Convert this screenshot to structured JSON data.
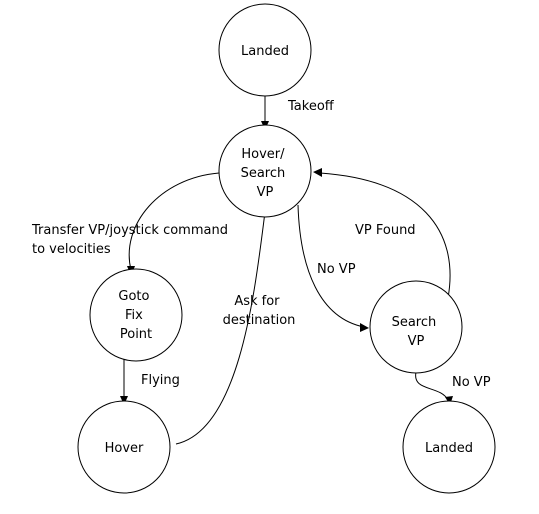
{
  "diagram": {
    "type": "state-machine",
    "nodes": {
      "landed_top": {
        "lines": [
          "Landed"
        ]
      },
      "hover_search": {
        "lines": [
          "Hover/",
          "Search",
          "VP"
        ]
      },
      "goto_fix": {
        "lines": [
          "Goto",
          "Fix",
          "Point"
        ]
      },
      "search_vp": {
        "lines": [
          "Search",
          "VP"
        ]
      },
      "hover": {
        "lines": [
          "Hover"
        ]
      },
      "landed_bottom": {
        "lines": [
          "Landed"
        ]
      }
    },
    "edges": {
      "takeoff": {
        "from": "landed_top",
        "to": "hover_search",
        "lines": [
          "Takeoff"
        ]
      },
      "transfer": {
        "from": "hover_search",
        "to": "goto_fix",
        "lines": [
          "Transfer VP/joystick command",
          "to velocities"
        ]
      },
      "no_vp_1": {
        "from": "hover_search",
        "to": "search_vp",
        "lines": [
          "No VP"
        ]
      },
      "vp_found": {
        "from": "search_vp",
        "to": "hover_search",
        "lines": [
          "VP Found"
        ]
      },
      "flying": {
        "from": "goto_fix",
        "to": "hover",
        "lines": [
          "Flying"
        ]
      },
      "ask_dest": {
        "from": "hover",
        "to": "hover_search",
        "lines": [
          "Ask for",
          "destination"
        ]
      },
      "no_vp_2": {
        "from": "search_vp",
        "to": "landed_bottom",
        "lines": [
          "No VP"
        ]
      }
    }
  }
}
